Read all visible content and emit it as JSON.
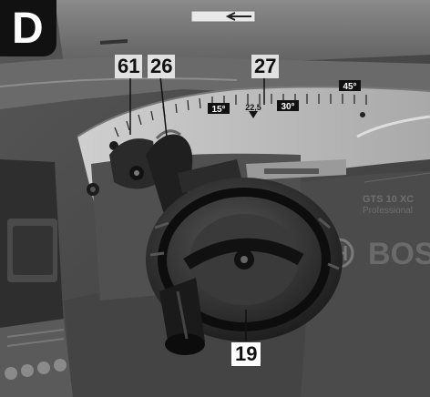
{
  "figure": {
    "panel_letter": "D",
    "callouts": {
      "c61": "61",
      "c26": "26",
      "c27": "27",
      "c19": "19"
    },
    "scale": {
      "deg15": "15°",
      "deg22": "22,5",
      "deg30": "30°",
      "deg45": "45°"
    },
    "product": {
      "model": "GTS 10 XC",
      "line": "Professional",
      "brand": "BOS"
    }
  }
}
